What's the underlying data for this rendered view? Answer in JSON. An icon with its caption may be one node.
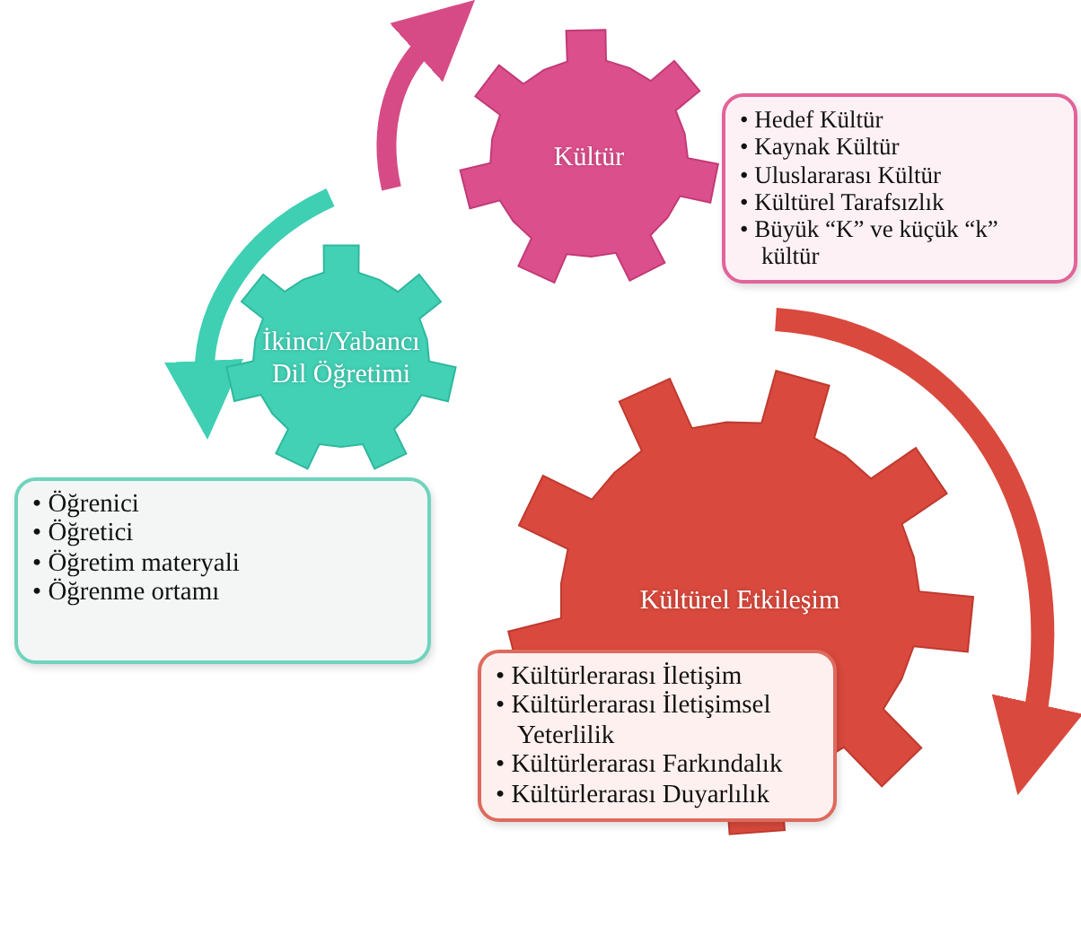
{
  "diagram": {
    "nodes": [
      {
        "text": [
          "Kültür"
        ]
      },
      {
        "text": [
          "• Hedef Kültür",
          "• Kaynak Kültür",
          "• Uluslararası Kültür",
          "• Kültürel Tarafsızlık",
          "• Büyük “K” ve küçük “k” kültür"
        ]
      },
      {
        "text": [
          "İkinci/Yabancı Dil Öğretimi"
        ]
      },
      {
        "text": [
          "• Öğrenici",
          "• Öğretici",
          "• Öğretim materyali",
          "• Öğrenme ortamı"
        ]
      },
      {
        "text": [
          "Kültürel Etkileşim"
        ]
      },
      {
        "text": [
          "• Kültürlerarası İletişim",
          "• Kültürlerarası İletişimsel Yeterlilik",
          "• Kültürlerarası Farkındalık",
          "• Kültürlerarası Duyarlılık"
        ]
      }
    ]
  }
}
